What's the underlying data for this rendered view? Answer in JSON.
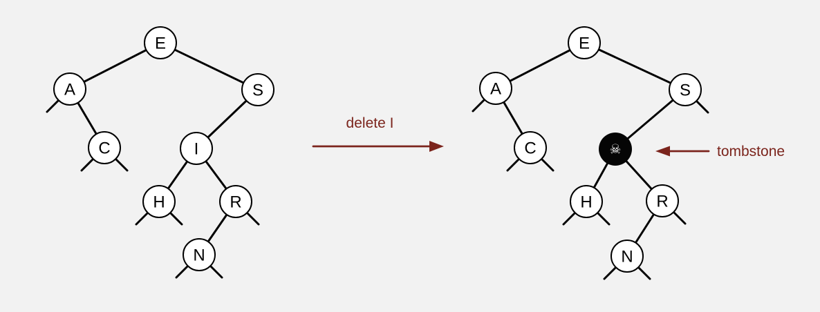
{
  "colors": {
    "background": "#f2f2f2",
    "line": "#000000",
    "node_fill": "#ffffff",
    "accent": "#7b241c",
    "tombstone_fill": "#050505",
    "tombstone_icon_color": "#ffffff"
  },
  "transition": {
    "label": "delete I"
  },
  "annotation": {
    "label": "tombstone"
  },
  "trees": {
    "before": {
      "nodes": [
        {
          "id": "E",
          "label": "E"
        },
        {
          "id": "A",
          "label": "A"
        },
        {
          "id": "S",
          "label": "S"
        },
        {
          "id": "C",
          "label": "C"
        },
        {
          "id": "I",
          "label": "I"
        },
        {
          "id": "H",
          "label": "H"
        },
        {
          "id": "R",
          "label": "R"
        },
        {
          "id": "N",
          "label": "N"
        }
      ]
    },
    "after": {
      "nodes": [
        {
          "id": "E",
          "label": "E"
        },
        {
          "id": "A",
          "label": "A"
        },
        {
          "id": "S",
          "label": "S"
        },
        {
          "id": "C",
          "label": "C"
        },
        {
          "id": "tombstone",
          "label": "☠"
        },
        {
          "id": "H",
          "label": "H"
        },
        {
          "id": "R",
          "label": "R"
        },
        {
          "id": "N",
          "label": "N"
        }
      ]
    }
  }
}
